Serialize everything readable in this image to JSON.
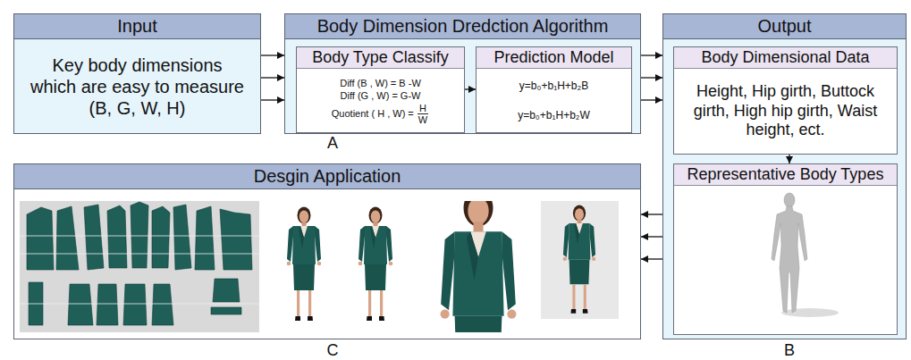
{
  "diagram": {
    "nodes": [
      {
        "text": [
          "Input",
          "Key body dimensions which are easy to measure (B, G, W, H)"
        ]
      },
      {
        "text": [
          "Body Dimension Dredction Algorithm"
        ]
      },
      {
        "text": [
          "Body Type Classify",
          "Diff (B , W) = B -W",
          "Diff (G , W) = G-W",
          "Quotient ( H , W) =",
          "H",
          "W"
        ],
        "in": 1
      },
      {
        "text": [
          "Prediction Model",
          "y=b₀+b₁H+b₂B",
          "y=b₀+b₁H+b₂W"
        ],
        "in": 1
      },
      {
        "text": [
          "Output"
        ]
      },
      {
        "text": [
          "Body Dimensional Data",
          "Height, Hip girth, Buttock girth, High hip girth, Waist height, ect."
        ],
        "in": 4
      },
      {
        "text": [
          "Representative Body Types"
        ],
        "in": 4
      },
      {
        "text": [
          "Desgin Application"
        ]
      }
    ],
    "edges": [
      {
        "from": 0,
        "to": 1,
        "arrow": "to"
      },
      {
        "from": 0,
        "to": 1,
        "arrow": "to"
      },
      {
        "from": 0,
        "to": 1,
        "arrow": "to"
      },
      {
        "from": 2,
        "to": 3,
        "arrow": "to"
      },
      {
        "from": 1,
        "to": 4,
        "arrow": "to"
      },
      {
        "from": 1,
        "to": 4,
        "arrow": "to"
      },
      {
        "from": 1,
        "to": 4,
        "arrow": "to"
      },
      {
        "from": 5,
        "to": 6,
        "arrow": "to"
      },
      {
        "from": 4,
        "to": 7,
        "arrow": "to"
      },
      {
        "from": 4,
        "to": 7,
        "arrow": "to"
      },
      {
        "from": 4,
        "to": 7,
        "arrow": "to"
      }
    ],
    "labels": [
      "A",
      "C",
      "B"
    ]
  }
}
